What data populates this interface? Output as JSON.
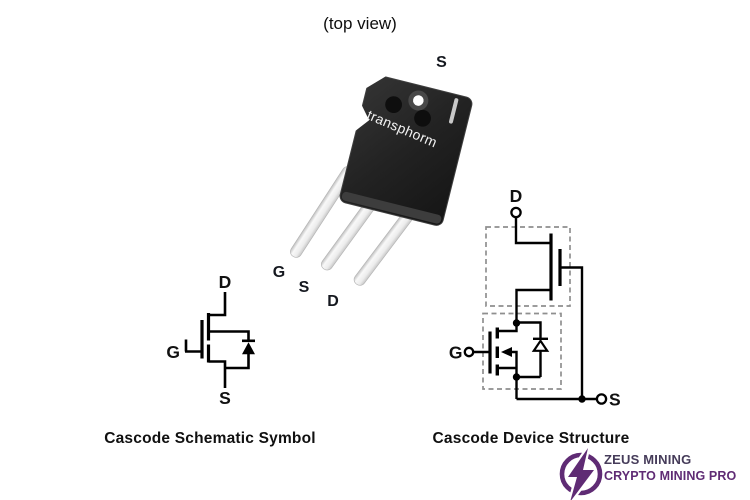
{
  "scene": {
    "top_view_label": "(top view)"
  },
  "package": {
    "top_pin_label": "S",
    "brand": "transphorm",
    "pins": {
      "gate": "G",
      "source": "S",
      "drain": "D"
    }
  },
  "schematic_symbol": {
    "caption": "Cascode Schematic Symbol",
    "terminals": {
      "drain": "D",
      "gate": "G",
      "source": "S"
    }
  },
  "device_structure": {
    "caption": "Cascode Device Structure",
    "terminals": {
      "drain": "D",
      "gate": "G",
      "source": "S"
    }
  },
  "watermark": {
    "line1": "ZEUS MINING",
    "line2": "CRYPTO MINING PRO",
    "accent_color": "#5f2b74",
    "line1_color": "#463c5a"
  }
}
